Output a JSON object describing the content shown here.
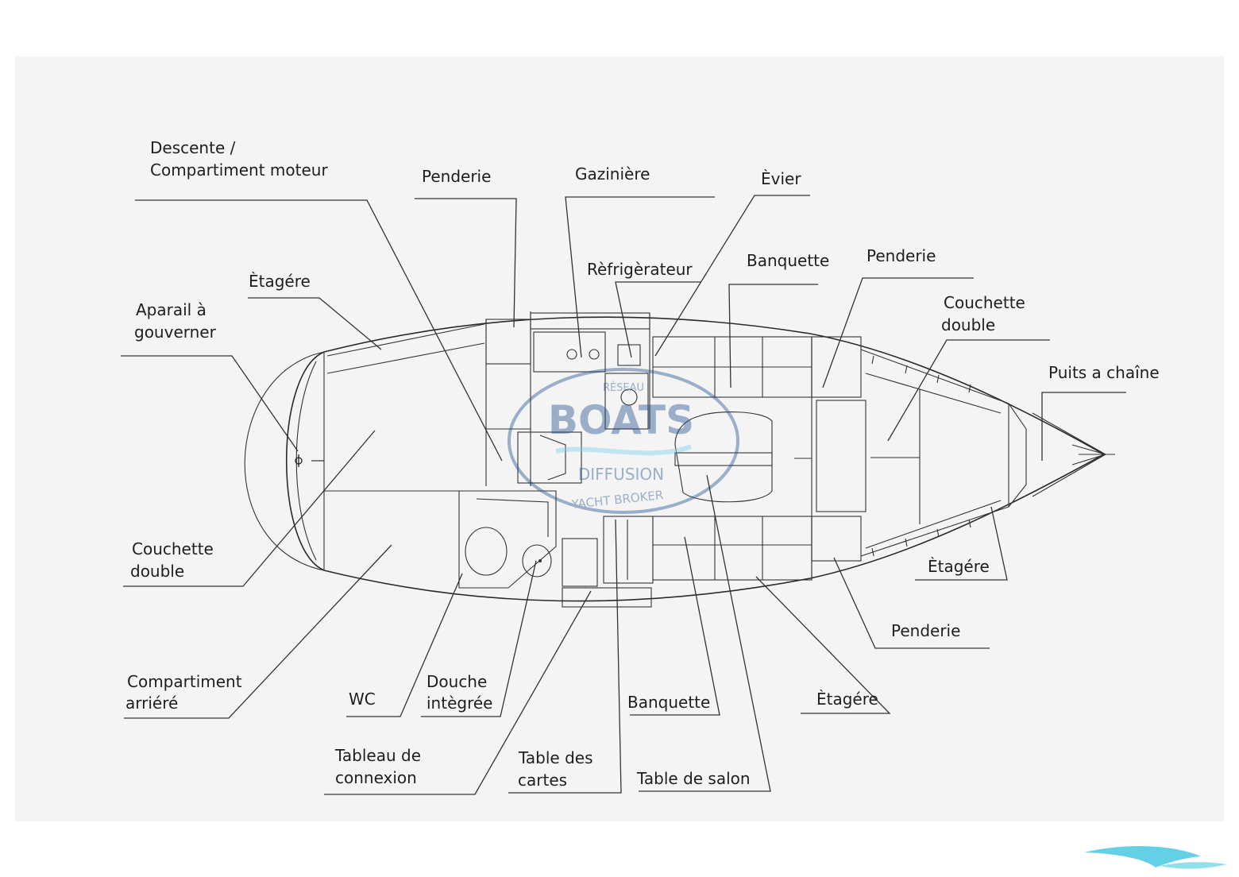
{
  "labels": {
    "descente_l1": "Descente /",
    "descente_l2": "Compartiment moteur",
    "penderie_top": "Penderie",
    "gaziniere": "Gazinière",
    "evier": "Èvier",
    "refrigerateur": "Rèfrigèrateur",
    "banquette_top": "Banquette",
    "penderie_fwd": "Penderie",
    "etagere_aft": "Ètagére",
    "aparail_l1": "Aparail à",
    "aparail_l2": "gouverner",
    "couchette_fwd_l1": "Couchette",
    "couchette_fwd_l2": "double",
    "puits": "Puits a chaîne",
    "couchette_aft_l1": "Couchette",
    "couchette_aft_l2": "double",
    "etagere_fwd": "Ètagére",
    "penderie_low": "Penderie",
    "compartiment_l1": "Compartiment",
    "compartiment_l2": "arriéré",
    "wc": "WC",
    "douche_l1": "Douche",
    "douche_l2": "intègrée",
    "banquette_low": "Banquette",
    "etagere_low": "Ètagére",
    "tableau_l1": "Tableau de",
    "tableau_l2": "connexion",
    "table_cartes_l1": "Table des",
    "table_cartes_l2": "cartes",
    "table_salon": "Table de salon"
  },
  "watermark": {
    "reseau": "RÉSEAU",
    "brand": "BOATS",
    "diffusion": "DIFFUSION",
    "broker": "YACHT BROKER",
    "color": "#1f4f8f"
  },
  "colors": {
    "line": "#2a2a2a",
    "paper": "#f4f4f4",
    "footer_wave": "#48c8e0"
  }
}
